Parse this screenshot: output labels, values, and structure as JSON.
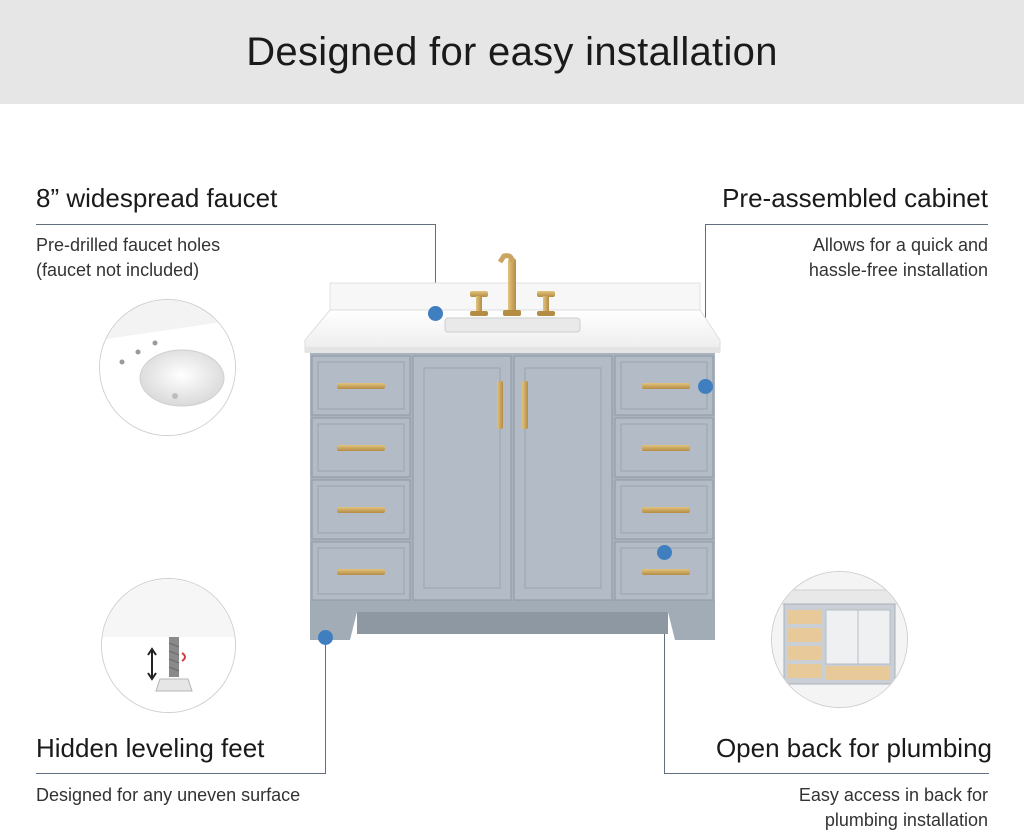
{
  "header": {
    "title": "Designed for easy installation"
  },
  "features": {
    "faucet": {
      "title": "8” widespread faucet",
      "desc_line1": "Pre-drilled faucet holes",
      "desc_line2": "(faucet not included)"
    },
    "cabinet": {
      "title": "Pre-assembled cabinet",
      "desc_line1": "Allows for  a quick and",
      "desc_line2": "hassle-free installation"
    },
    "feet": {
      "title": "Hidden leveling feet",
      "desc_line1": "Designed for any uneven surface"
    },
    "plumbing": {
      "title": "Open back for plumbing",
      "desc_line1": "Easy access in back for",
      "desc_line2": "plumbing installation"
    }
  },
  "colors": {
    "accent_dot": "#3f7fc0",
    "leader_line": "#5f6f80",
    "cabinet": "#a9b3bd",
    "hardware": "#c9a560",
    "banner": "#e6e6e6"
  }
}
